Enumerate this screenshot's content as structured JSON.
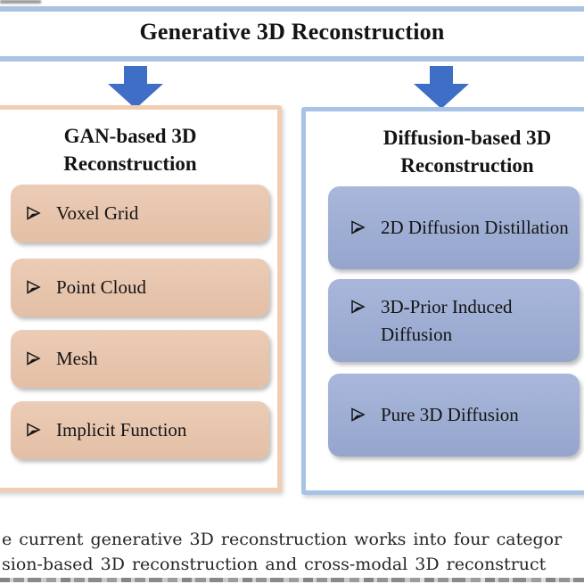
{
  "header": {
    "title": "Generative 3D Reconstruction"
  },
  "branches": [
    {
      "id": "gan",
      "title_lines": [
        "GAN-based 3D",
        "Reconstruction"
      ],
      "items": [
        "Voxel Grid",
        "Point Cloud",
        "Mesh",
        "Implicit Function"
      ],
      "colors": {
        "panel_border": "#f1cdb3",
        "item_fill": "#e6c4ae"
      }
    },
    {
      "id": "diffusion",
      "title_lines": [
        "Diffusion-based 3D",
        "Reconstruction"
      ],
      "items": [
        "2D Diffusion Distillation",
        "3D-Prior Induced Diffusion",
        "Pure 3D Diffusion"
      ],
      "colors": {
        "panel_border": "#a8c3e5",
        "item_fill": "#9cadd3"
      }
    }
  ],
  "caption": {
    "line1": "e current generative 3D reconstruction works into four categor",
    "line2": "sion-based 3D reconstruction and cross-modal 3D reconstruct"
  },
  "colors": {
    "divider_blue": "#a9c4e2",
    "arrow_blue": "#3f6ec6",
    "text": "#141414"
  }
}
